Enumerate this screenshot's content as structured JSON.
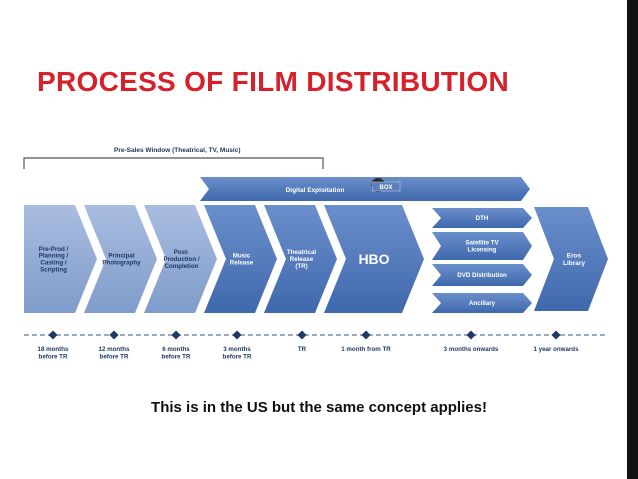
{
  "slide": {
    "title": "PROCESS OF FILM DISTRIBUTION",
    "caption": "This is in the US but the same concept applies!"
  },
  "diagram": {
    "presales_label": "Pre-Sales Window (Theatrical, TV, Music)",
    "digital_label": "Digital Exploitation",
    "digital_badge": "BOX",
    "stages": [
      {
        "lines": [
          "Pre-Prod /",
          "Planning /",
          "Casting /",
          "Scripting"
        ]
      },
      {
        "lines": [
          "Principal",
          "Photography"
        ]
      },
      {
        "lines": [
          "Post-",
          "Production /",
          "Completion"
        ]
      },
      {
        "lines": [
          "Music",
          "Release"
        ]
      },
      {
        "lines": [
          "Theatrical",
          "Release",
          "(TR)"
        ]
      },
      {
        "lines": [
          "HBO"
        ]
      }
    ],
    "channels": [
      {
        "lines": [
          "DTH"
        ]
      },
      {
        "lines": [
          "Satellite TV",
          "Licensing"
        ]
      },
      {
        "lines": [
          "DVD Distribution"
        ]
      },
      {
        "lines": [
          "Ancillary"
        ]
      }
    ],
    "final": {
      "lines": [
        "Eros",
        "Library"
      ]
    },
    "timeline": [
      {
        "lines": [
          "18 months",
          "before TR"
        ]
      },
      {
        "lines": [
          "12 months",
          "before TR"
        ]
      },
      {
        "lines": [
          "6 months",
          "before TR"
        ]
      },
      {
        "lines": [
          "3 months",
          "before TR"
        ]
      },
      {
        "lines": [
          "TR"
        ]
      },
      {
        "lines": [
          "1 month from TR"
        ]
      },
      {
        "lines": [
          "3 months onwards"
        ]
      },
      {
        "lines": [
          "1 year onwards"
        ]
      }
    ],
    "colors": {
      "chevron_light": "#8aa5cf",
      "chevron_dark": "#4d75b5",
      "text_dark": "#1f3864",
      "text_light": "#ffffff",
      "bracket": "#555555",
      "timeline": "#7d8fa9",
      "title": "#d6202a"
    }
  }
}
